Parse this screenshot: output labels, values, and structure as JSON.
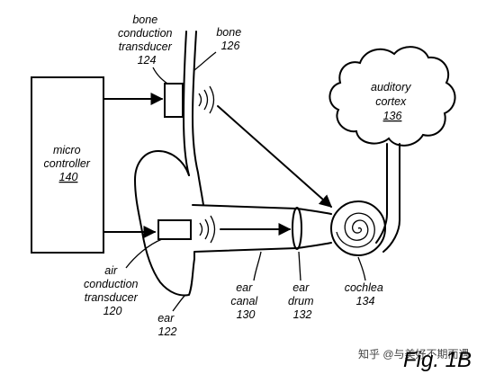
{
  "labels": {
    "bone_conduction_transducer": [
      "bone",
      "conduction",
      "transducer"
    ],
    "bone_conduction_transducer_num": "124",
    "bone": "bone",
    "bone_num": "126",
    "auditory_cortex": [
      "auditory",
      "cortex"
    ],
    "auditory_cortex_num": "136",
    "micro_controller": [
      "micro",
      "controller"
    ],
    "micro_controller_num": "140",
    "air_conduction_transducer": [
      "air",
      "conduction",
      "transducer"
    ],
    "air_conduction_transducer_num": "120",
    "ear": "ear",
    "ear_num": "122",
    "ear_canal": [
      "ear",
      "canal"
    ],
    "ear_canal_num": "130",
    "ear_drum": [
      "ear",
      "drum"
    ],
    "ear_drum_num": "132",
    "cochlea": "cochlea",
    "cochlea_num": "134",
    "figure": "Fig. 1B"
  },
  "watermark": "知乎 @与美好不期而遇"
}
